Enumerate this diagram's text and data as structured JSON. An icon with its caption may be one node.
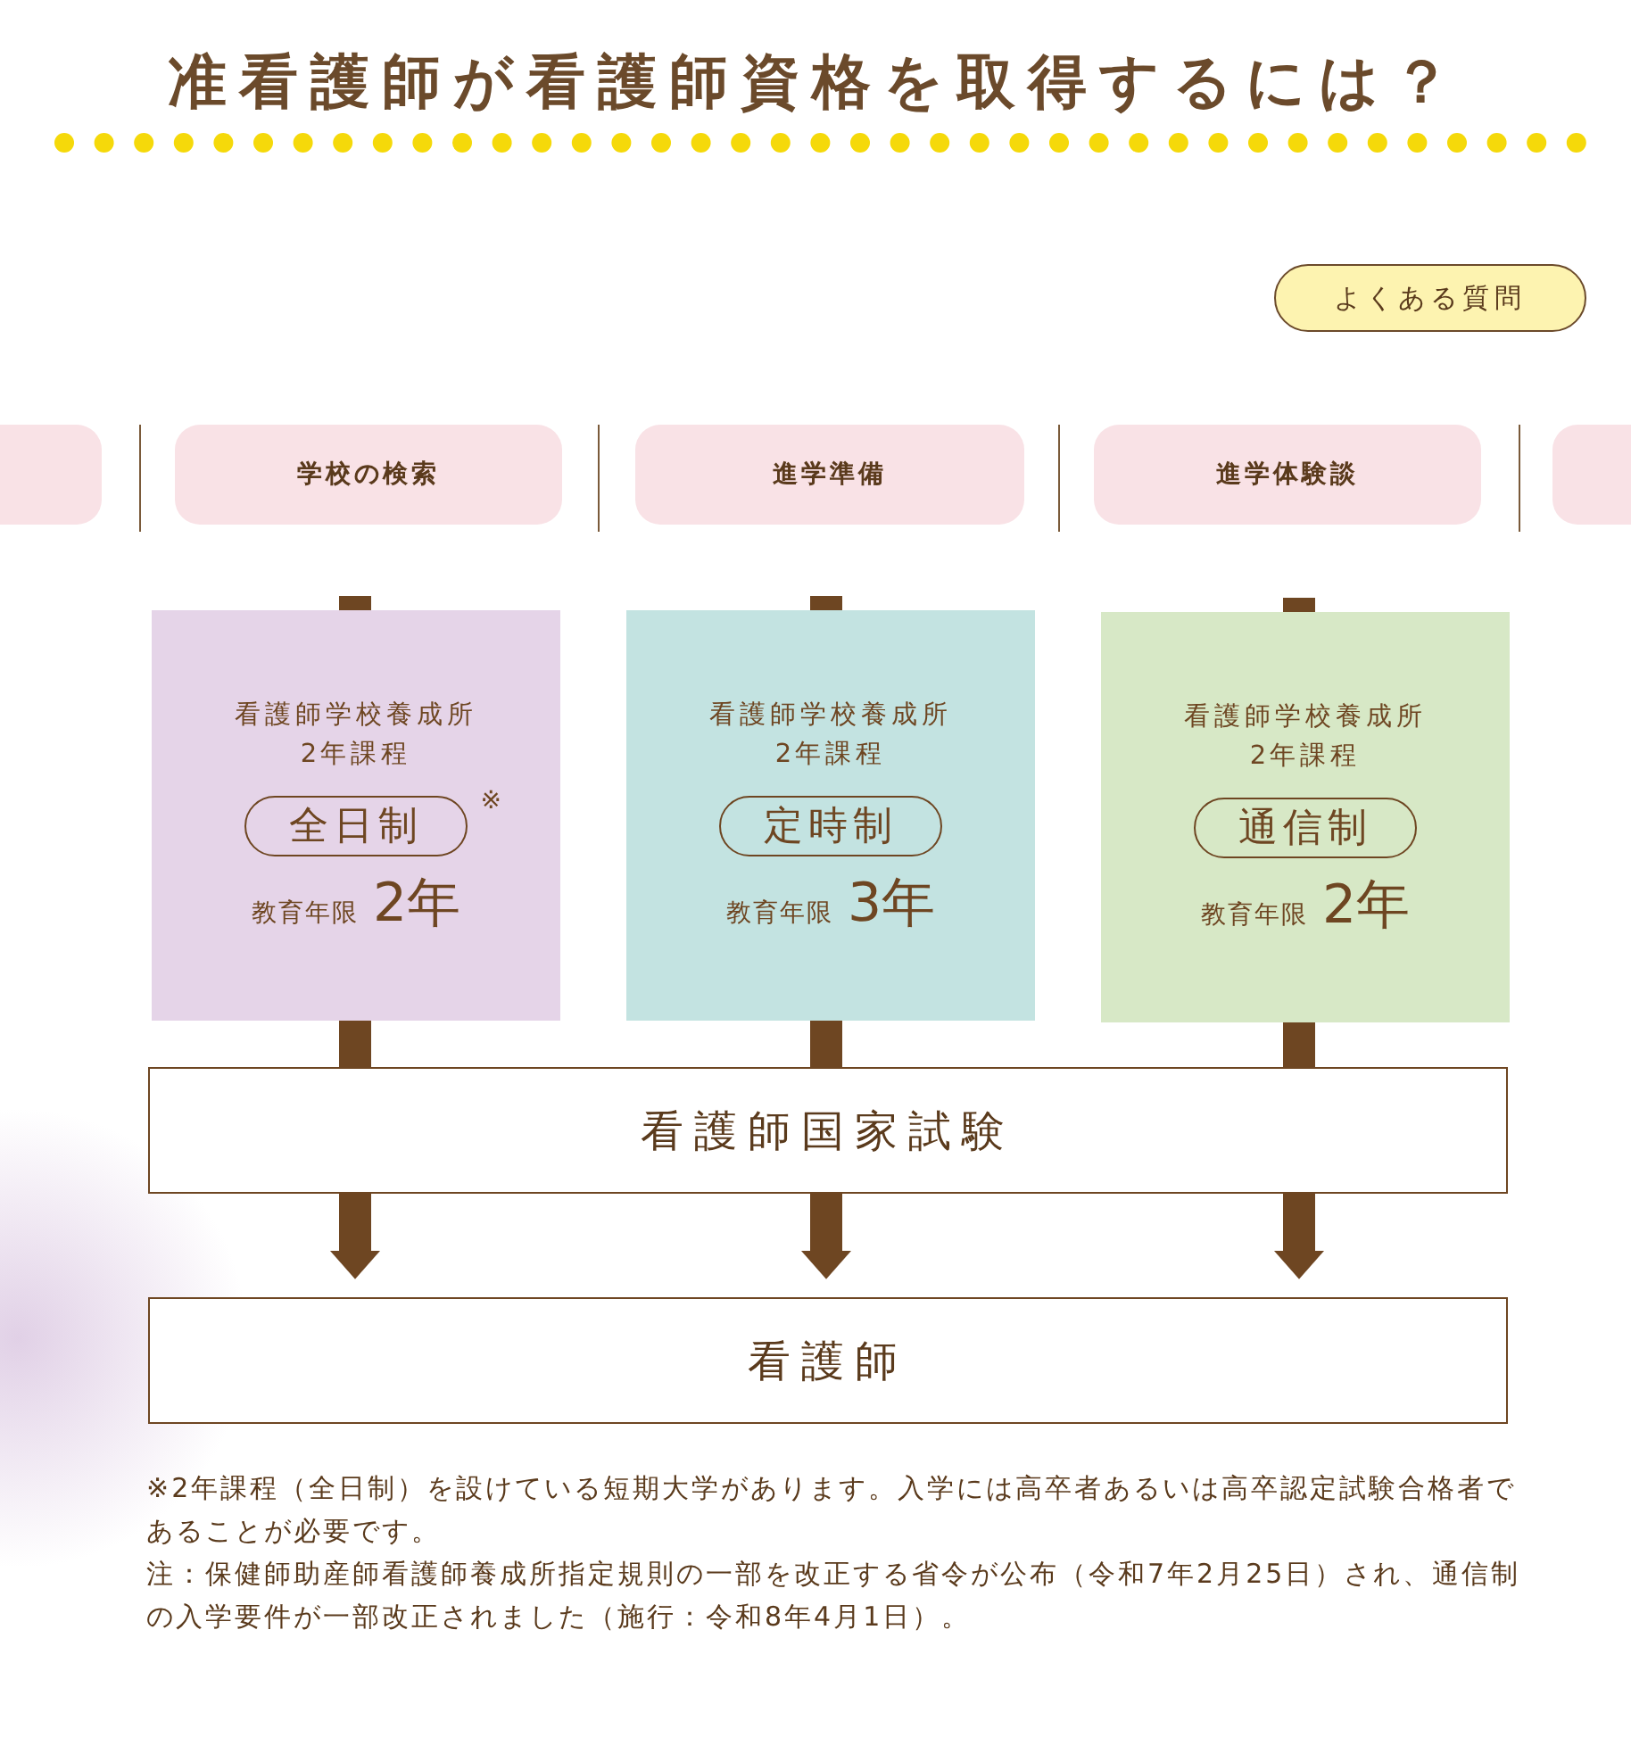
{
  "diagram": {
    "title": "准看護師が看護師資格を取得するには？",
    "nodes": [
      {
        "text": [
          "よくある質問"
        ]
      },
      {
        "text": [],
        "shape": "box"
      },
      {
        "text": [
          "学校の検索"
        ]
      },
      {
        "text": [
          "進学準備"
        ]
      },
      {
        "text": [
          "進学体験談"
        ]
      },
      {
        "text": [],
        "shape": "box"
      },
      {
        "text": [
          "看護師学校養成所2年課程",
          "全日制",
          "※",
          "教育年限",
          "2年"
        ]
      },
      {
        "text": [
          "看護師学校養成所2年課程",
          "定時制",
          "教育年限",
          "3年"
        ]
      },
      {
        "text": [
          "看護師学校養成所2年課程",
          "通信制",
          "教育年限",
          "2年"
        ]
      },
      {
        "text": [
          "看護師国家試験"
        ]
      },
      {
        "text": [
          "看護師"
        ]
      }
    ],
    "edges": [
      {
        "from": null,
        "to": 6,
        "arrow": "none"
      },
      {
        "from": null,
        "to": 7,
        "arrow": "none"
      },
      {
        "from": null,
        "to": 8,
        "arrow": "none"
      },
      {
        "from": 6,
        "to": 9,
        "arrow": "none"
      },
      {
        "from": 7,
        "to": 9,
        "arrow": "none"
      },
      {
        "from": 8,
        "to": 9,
        "arrow": "none"
      },
      {
        "from": 9,
        "to": 10,
        "arrow": "to"
      },
      {
        "from": 9,
        "to": 10,
        "arrow": "to"
      },
      {
        "from": 9,
        "to": 10,
        "arrow": "to"
      }
    ],
    "labels": [
      "※2年課程（全日制）を設けている短期大学があります。入学には高卒者あるいは高卒認定試験合格者であることが必要です。",
      "注：保健師助産師看護師養成所指定規則の一部を改正する省令が公布（令和7年2月25日）され、通信制の入学要件が一部改正されました（施行：令和8年4月1日）。"
    ]
  }
}
